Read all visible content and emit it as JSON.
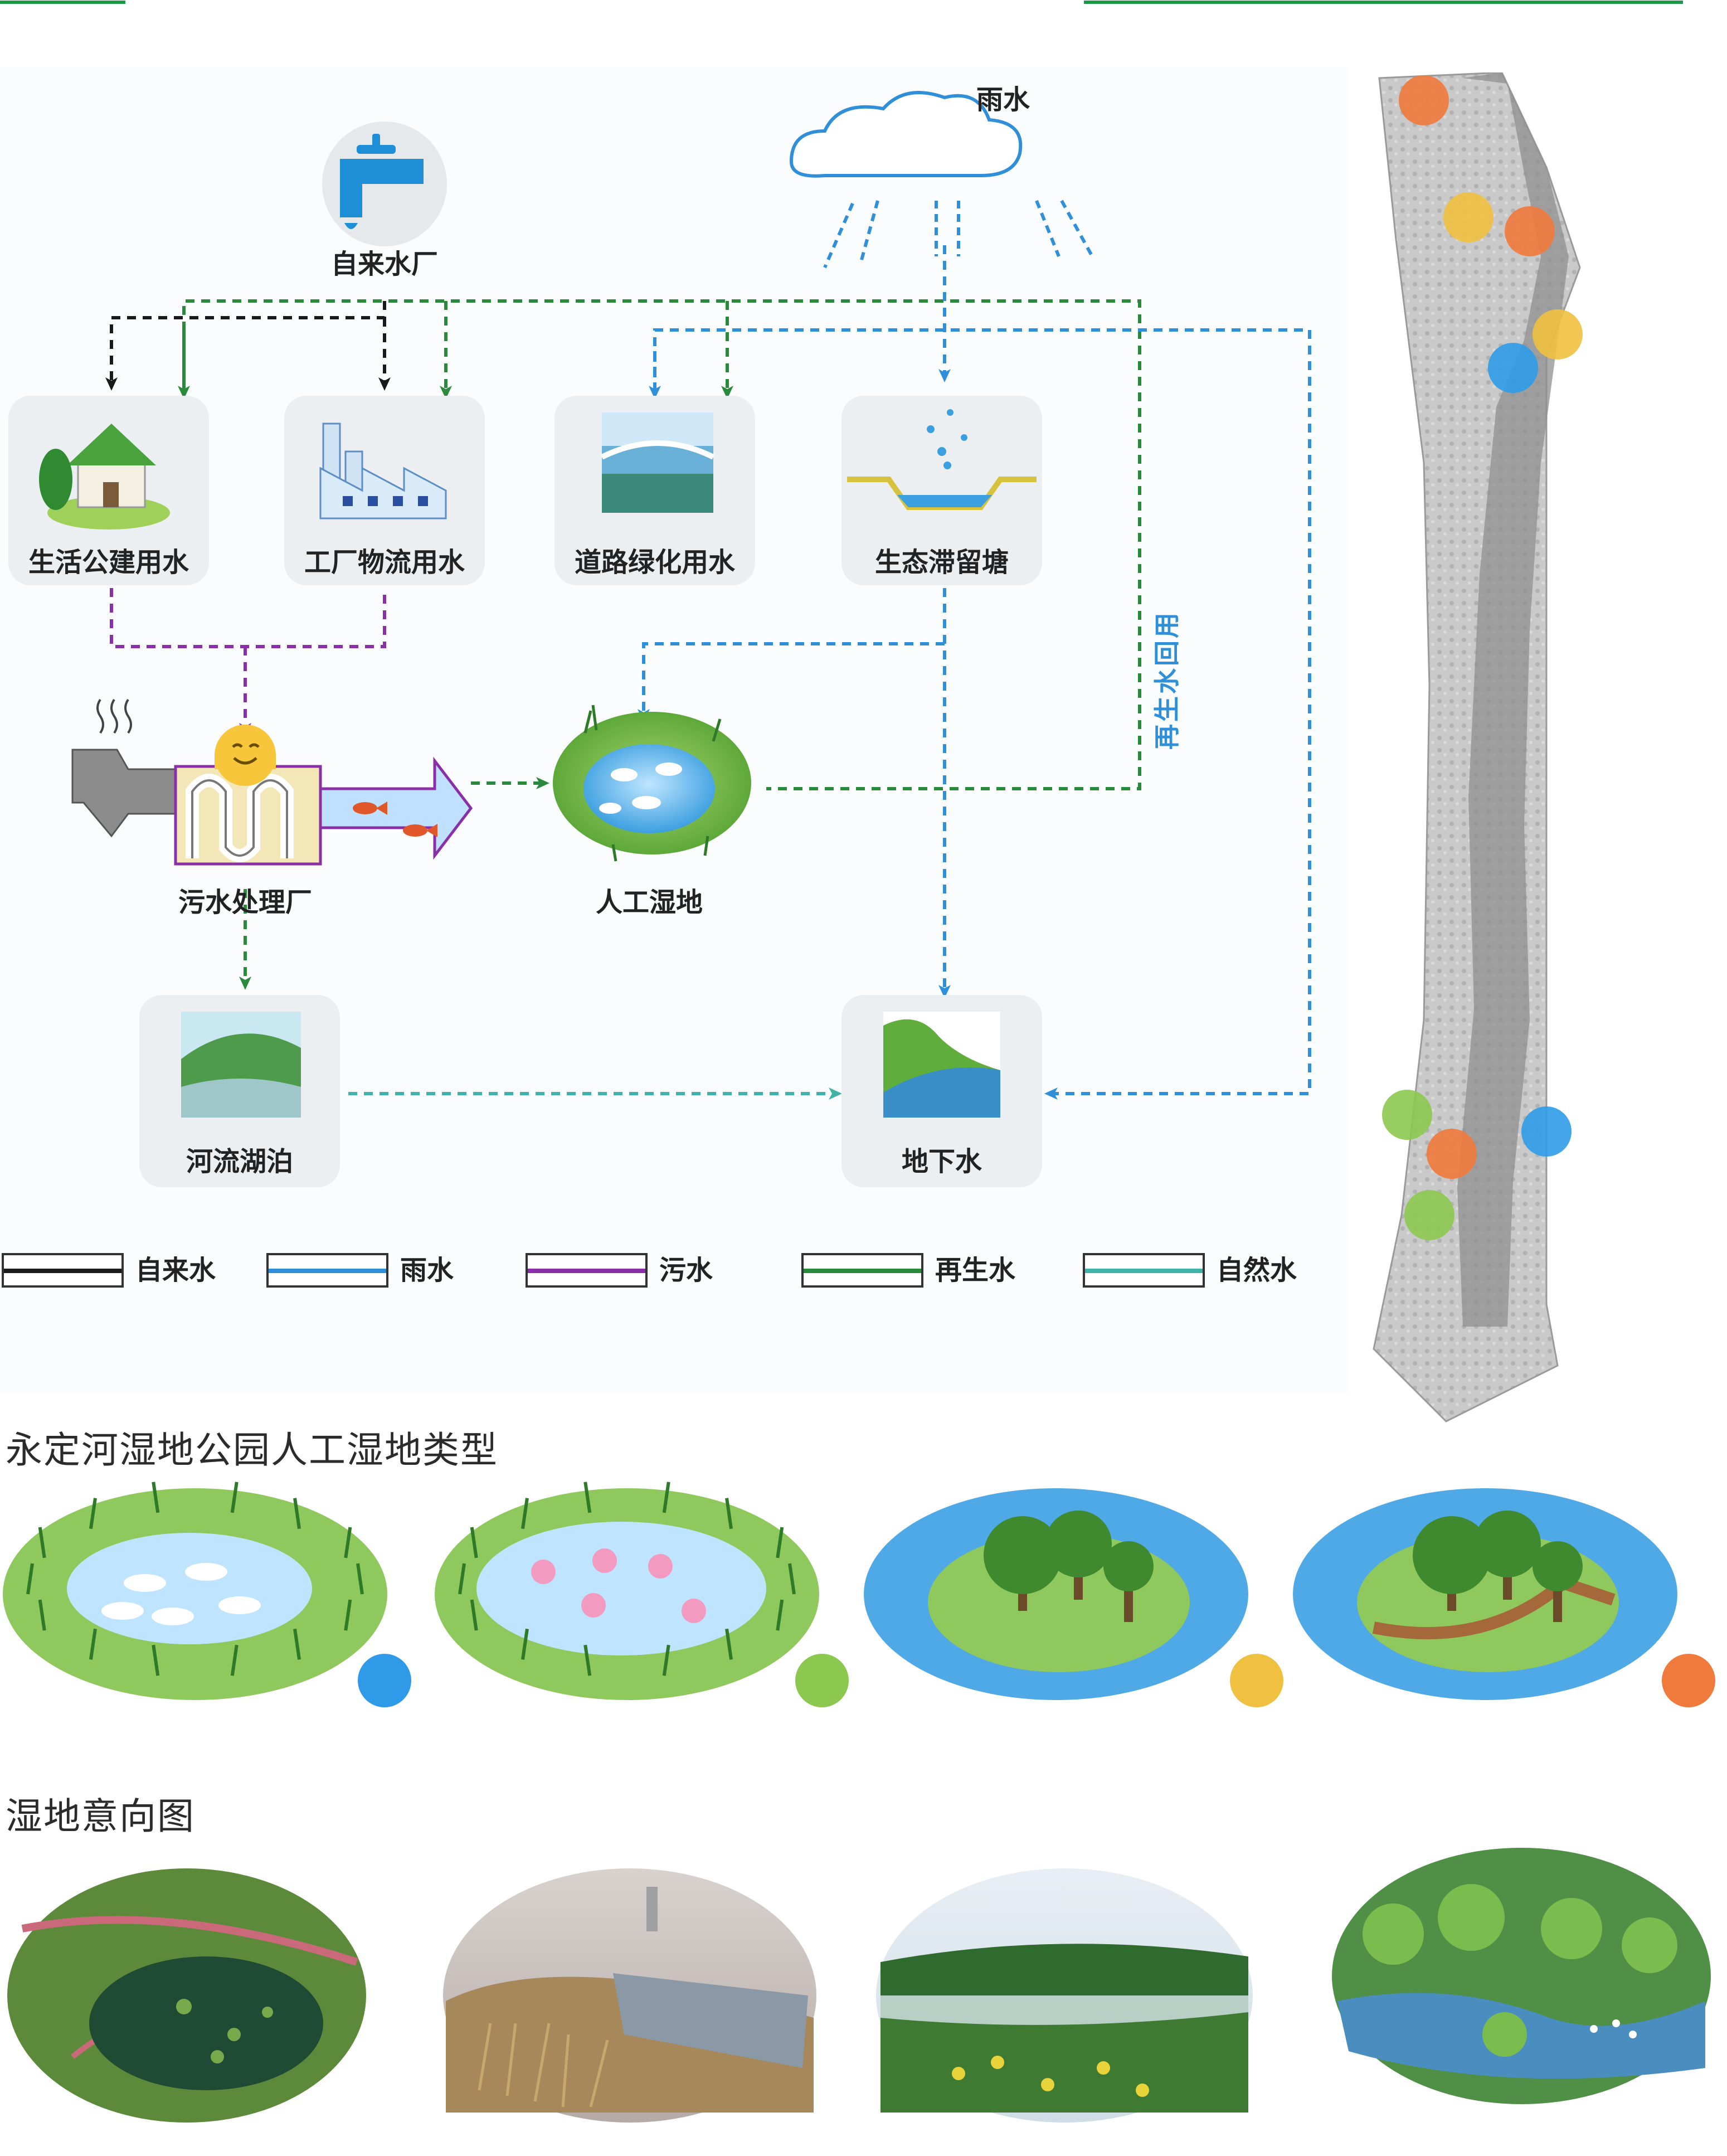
{
  "header": {
    "title": "",
    "accent_color": "#1a9a49"
  },
  "diagram": {
    "nodes": {
      "tap": "自来水厂",
      "rain": "雨水",
      "domestic": "生活公建用水",
      "industry": "工厂物流用水",
      "road": "道路绿化用水",
      "pond": "生态滞留塘",
      "sewage": "污水处理厂",
      "wetland": "人工湿地",
      "river": "河流湖泊",
      "ground": "地下水"
    },
    "vertical_label": "再生水回用",
    "legend": [
      {
        "label": "自来水",
        "color": "#1a1a1a"
      },
      {
        "label": "雨水",
        "color": "#2f8fd8"
      },
      {
        "label": "污水",
        "color": "#8a2fa8"
      },
      {
        "label": "再生水",
        "color": "#2a8a3c"
      },
      {
        "label": "自然水",
        "color": "#3fb3a8"
      }
    ],
    "colors": {
      "tap_water": "#1a1a1a",
      "rain_water": "#2f8fd8",
      "sewage": "#8a2fa8",
      "reclaimed": "#2a8a3c",
      "natural": "#3fb3a8"
    }
  },
  "map": {
    "marker_colors": [
      "#f07a3c",
      "#f0c040",
      "#2f9be8",
      "#8cc850"
    ]
  },
  "wetland_types": {
    "title": "永定河湿地公园人工湿地类型",
    "items": [
      {
        "name": "open-water-wetland",
        "dot_color": "#2f9be8"
      },
      {
        "name": "aquatic-plant-wetland",
        "dot_color": "#8cc850"
      },
      {
        "name": "island-wetland",
        "dot_color": "#f0c040"
      },
      {
        "name": "recreation-wetland",
        "dot_color": "#f07a3c"
      }
    ]
  },
  "intent": {
    "title": "湿地意向图"
  }
}
